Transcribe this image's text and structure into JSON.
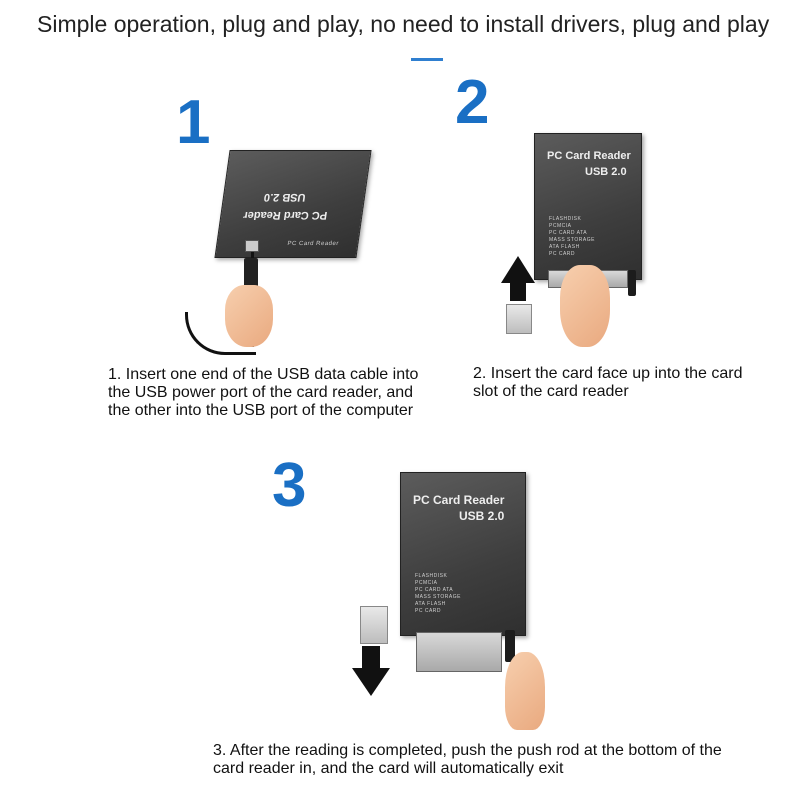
{
  "header": {
    "title": "Simple operation, plug and play, no need to install drivers, plug and play"
  },
  "steps": [
    {
      "number": "1",
      "caption": "1. Insert one end of the USB data cable into the USB power port of the card reader, and the other into the USB port of the computer",
      "device_label_1": "PC Card Reader",
      "device_label_2": "USB 2.0",
      "device_front_label": "PC Card Reader"
    },
    {
      "number": "2",
      "caption": "2. Insert the card face up into the card slot of the card reader",
      "device_label_1": "PC Card Reader",
      "device_label_2": "USB 2.0",
      "device_list": "FLASHDISK\nPCMCIA\nPC CARD ATA\nMASS STORAGE\nATA FLASH\nPC CARD"
    },
    {
      "number": "3",
      "caption": "3. After the reading is completed, push the push rod at the bottom of the card reader in, and the card will automatically exit",
      "device_label_1": "PC Card Reader",
      "device_label_2": "USB 2.0",
      "device_list": "FLASHDISK\nPCMCIA\nPC CARD ATA\nMASS STORAGE\nATA FLASH\nPC CARD"
    }
  ],
  "colors": {
    "accent": "#1a6fc4",
    "underline": "#2f7fd0",
    "device": "#3e3e3e"
  }
}
